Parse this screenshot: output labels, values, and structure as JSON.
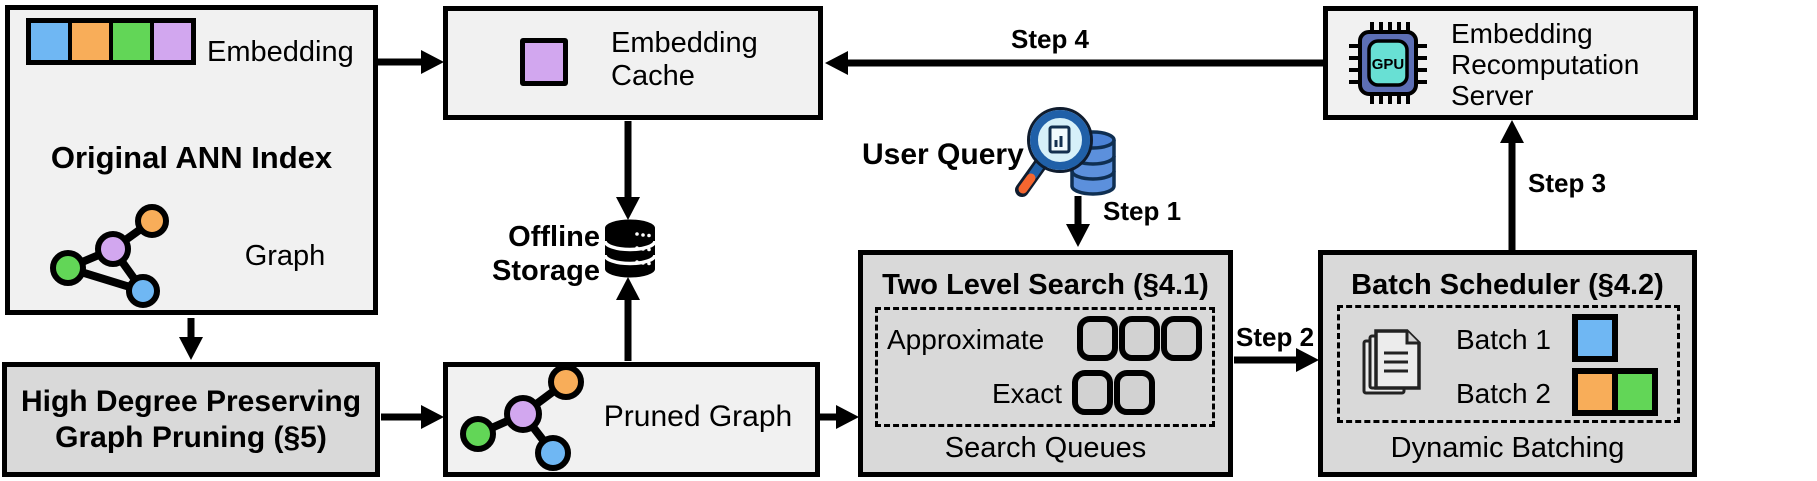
{
  "diagram": {
    "ann_index": {
      "title": "Original ANN Index",
      "embedding_label": "Embedding",
      "graph_label": "Graph",
      "embedding_colors": [
        "blue",
        "orange",
        "green",
        "purple"
      ]
    },
    "pruning": {
      "title_line1": "High Degree Preserving",
      "title_line2": "Graph Pruning (§5)"
    },
    "cache": {
      "label_line1": "Embedding",
      "label_line2": "Cache"
    },
    "storage": {
      "label_line1": "Offline",
      "label_line2": "Storage"
    },
    "pruned_graph": {
      "label": "Pruned Graph"
    },
    "user_query": {
      "label": "User Query"
    },
    "steps": {
      "step1": "Step 1",
      "step2": "Step 2",
      "step3": "Step 3",
      "step4": "Step 4"
    },
    "two_level_search": {
      "title": "Two Level Search (§4.1)",
      "approximate_label": "Approximate",
      "exact_label": "Exact",
      "approximate_queue_count": 3,
      "exact_queue_count": 2,
      "caption": "Search Queues"
    },
    "batch_scheduler": {
      "title": "Batch Scheduler (§4.2)",
      "batch1_label": "Batch 1",
      "batch2_label": "Batch 2",
      "batch1_colors": [
        "blue"
      ],
      "batch2_colors": [
        "orange",
        "green"
      ],
      "caption": "Dynamic Batching"
    },
    "recomputation_server": {
      "label_line1": "Embedding",
      "label_line2": "Recomputation",
      "label_line3": "Server",
      "gpu_chip_text": "GPU"
    },
    "icons": [
      "original-graph-icon",
      "pruned-graph-icon",
      "database-storage-icon",
      "magnifier-database-icon",
      "gpu-chip-icon",
      "documents-icon"
    ],
    "colors": {
      "blue": "#6fb7f3",
      "orange": "#f8ad59",
      "green": "#62d657",
      "purple": "#d2a7ef",
      "box_light": "#f1f1f1",
      "box_gray": "#d9d9d9",
      "queue_fill": "#d2d2d2",
      "black": "#000000",
      "gpu_body": "#5d6fb5",
      "gpu_core": "#68e0d4",
      "query_ring": "#2060a8",
      "query_lens": "#d6f0f9",
      "query_handle": "#f4662f",
      "query_db": "#5c90dc"
    }
  }
}
